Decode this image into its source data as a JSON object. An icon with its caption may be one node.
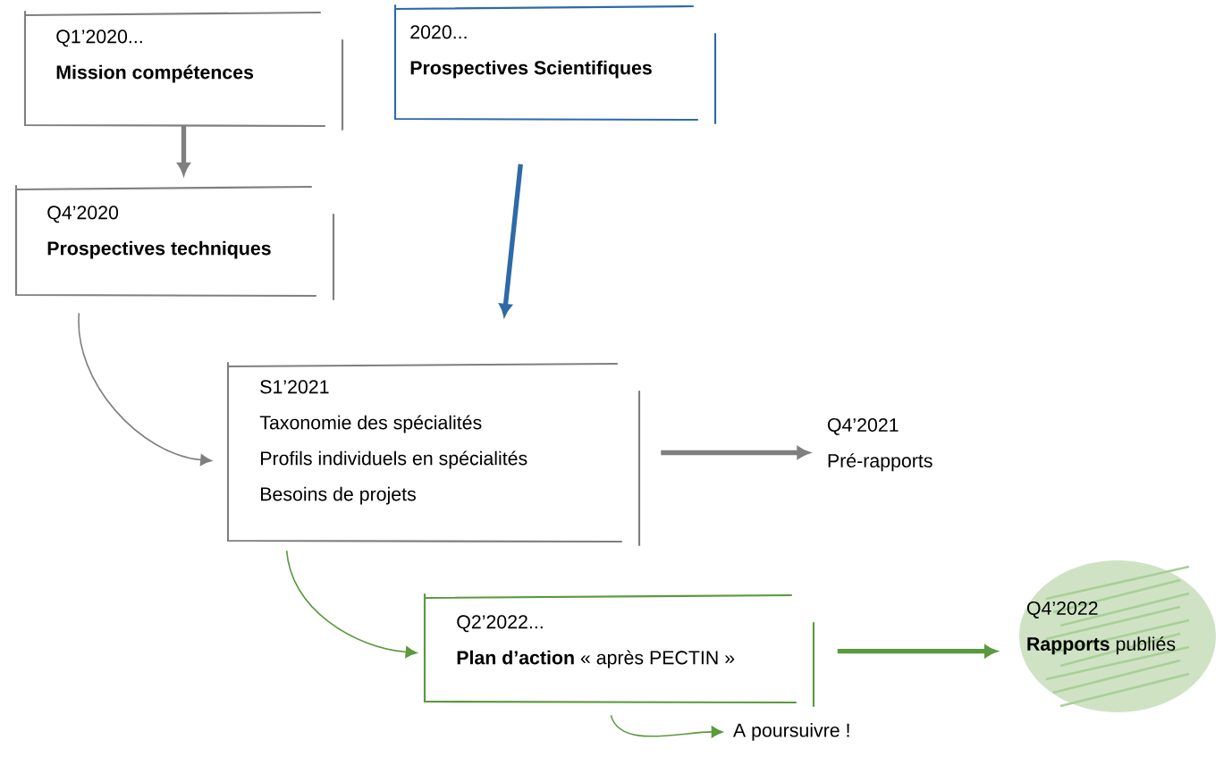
{
  "diagram": {
    "nodes": [
      {
        "text": [
          "Q1’2020...",
          "Mission compétences"
        ]
      },
      {
        "text": [
          "2020...",
          "Prospectives Scientifiques"
        ]
      },
      {
        "text": [
          "Q4’2020",
          "Prospectives techniques"
        ]
      },
      {
        "text": [
          "S1’2021",
          "Taxonomie des spécialités",
          "Profils individuels en spécialités",
          "Besoins de projets"
        ]
      },
      {
        "text": [
          "Q4’2021",
          "Pré-rapports"
        ]
      },
      {
        "text": [
          "Q2’2022...",
          "**Plan d’action** « après PECTIN »"
        ]
      },
      {
        "text": [
          "Q4’2022",
          "**Rapports** publiés"
        ]
      },
      {
        "text": [
          "A poursuivre !"
        ]
      }
    ],
    "edges": [
      {
        "from": 0,
        "to": 2,
        "arrow": "to"
      },
      {
        "from": 1,
        "to": 3,
        "arrow": "to",
        "color": "#2e6aa8"
      },
      {
        "from": 2,
        "to": 3,
        "arrow": "to"
      },
      {
        "from": 3,
        "to": 4,
        "arrow": "to"
      },
      {
        "from": 3,
        "to": 5,
        "arrow": "to",
        "color": "#5a9a3c"
      },
      {
        "from": 5,
        "to": 6,
        "arrow": "to",
        "color": "#5a9a3c"
      },
      {
        "from": 5,
        "to": 7,
        "arrow": "to",
        "color": "#5a9a3c"
      }
    ]
  }
}
